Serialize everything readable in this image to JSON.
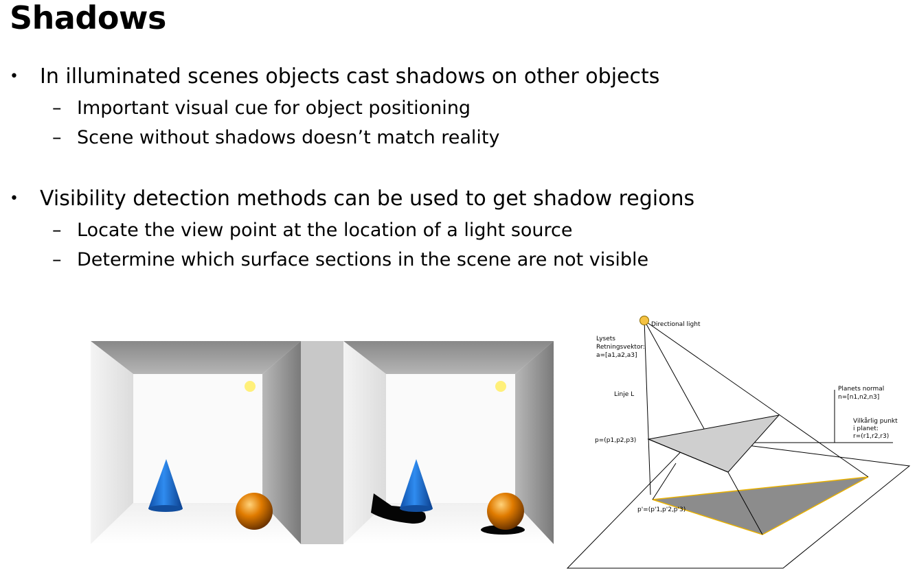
{
  "title": "Shadows",
  "bullets": [
    {
      "text": "In illuminated scenes objects cast shadows on other objects",
      "subs": [
        "Important visual cue for object positioning",
        "Scene without shadows doesn’t match reality"
      ]
    },
    {
      "text": "Visibility detection methods can be used to get shadow regions",
      "subs": [
        "Locate the view point at the location of a light source",
        "Determine which surface sections in the scene are not visible"
      ]
    }
  ],
  "diagram": {
    "light_label": "Directional light",
    "direction_label": [
      "Lysets",
      "Retningsvektor:",
      "a=[a1,a2,a3]"
    ],
    "line_label": "Linje L",
    "normal_label": [
      "Planets normal",
      "n=[n1,n2,n3]"
    ],
    "point_label": [
      "Vilkårlig punkt",
      "i planet:",
      "r=(r1,r2,r3)"
    ],
    "p_label": "p=(p1,p2,p3)",
    "p_prime_label": "p'=(p'1,p'2,p'3)"
  },
  "colors": {
    "cone": "#1a6fd6",
    "sphere": "#e07b00",
    "light": "#fff07a",
    "highlight": "#f0b400"
  }
}
